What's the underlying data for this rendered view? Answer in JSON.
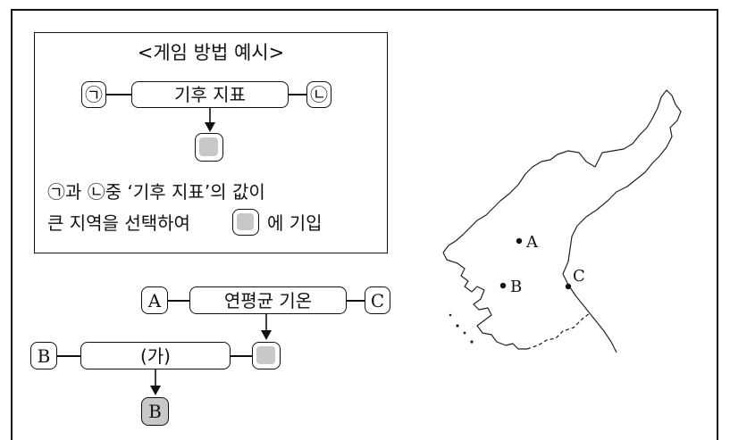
{
  "howto": {
    "title": "<게임 방법 예시>",
    "left_symbol": "㉠",
    "right_symbol": "㉡",
    "indicator": "기후 지표",
    "line1": "㉠과 ㉡중 ‘기후 지표’의 값이",
    "line2_a": "큰 지역을 선택하여",
    "line2_b": "에 기입"
  },
  "game": {
    "row1": {
      "left": "A",
      "indicator": "연평균 기온",
      "right": "C"
    },
    "row2": {
      "left": "B",
      "indicator": "(가)"
    },
    "result": "B"
  },
  "map": {
    "points": [
      {
        "label": "A"
      },
      {
        "label": "B"
      },
      {
        "label": "C"
      }
    ]
  }
}
